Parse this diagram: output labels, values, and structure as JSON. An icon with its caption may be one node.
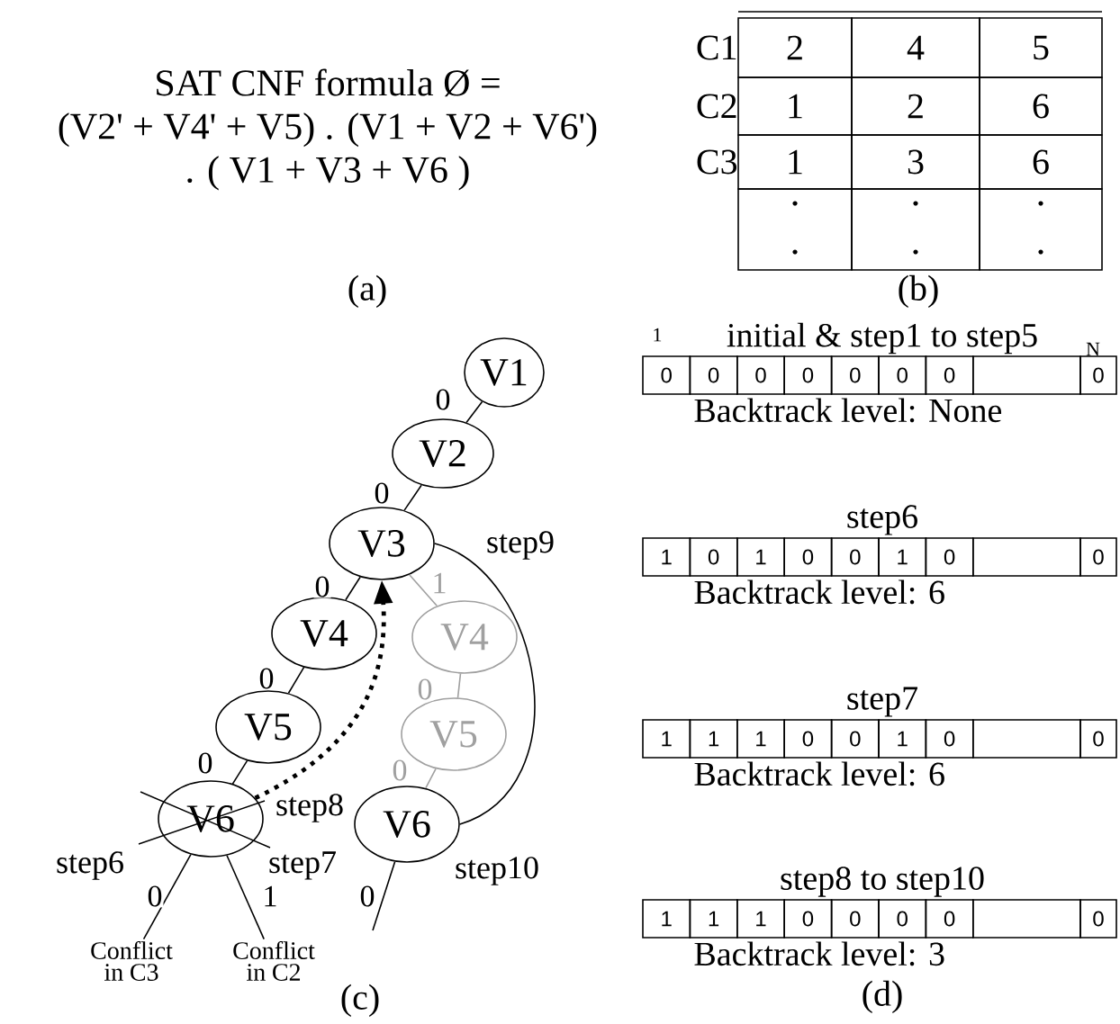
{
  "diagram": {
    "nodes": [
      {
        "text": [
          "V1"
        ]
      },
      {
        "text": [
          "V2"
        ]
      },
      {
        "text": [
          "V3"
        ]
      },
      {
        "text": [
          "V4"
        ]
      },
      {
        "text": [
          "V5"
        ]
      },
      {
        "text": [
          "V6"
        ],
        "beside": [
          "step6",
          "step7"
        ]
      },
      {
        "text": [
          "V4"
        ]
      },
      {
        "text": [
          "V5"
        ]
      },
      {
        "text": [
          "V6"
        ],
        "beside": [
          "step10"
        ]
      },
      {
        "text": [
          "Conflict in C3"
        ]
      },
      {
        "text": [
          "Conflict in C2"
        ]
      }
    ],
    "edges": [
      {
        "from": 0,
        "to": 1,
        "arrow": "none",
        "label": "0"
      },
      {
        "from": 1,
        "to": 2,
        "arrow": "none",
        "label": "0"
      },
      {
        "from": 2,
        "to": 3,
        "arrow": "none",
        "label": "0"
      },
      {
        "from": 3,
        "to": 4,
        "arrow": "none",
        "label": "0"
      },
      {
        "from": 4,
        "to": 5,
        "arrow": "none",
        "label": "0"
      },
      {
        "from": 5,
        "to": 9,
        "arrow": "none",
        "label": "0"
      },
      {
        "from": 5,
        "to": 10,
        "arrow": "none",
        "label": "1"
      },
      {
        "from": 2,
        "to": 6,
        "arrow": "none",
        "label": "1",
        "color": "#a0a0a0"
      },
      {
        "from": 6,
        "to": 7,
        "arrow": "none",
        "label": "0",
        "color": "#a0a0a0"
      },
      {
        "from": 7,
        "to": 8,
        "arrow": "none",
        "label": "0",
        "color": "#a0a0a0"
      },
      {
        "from": 8,
        "to": null,
        "arrow": "none",
        "label": "0"
      },
      {
        "from": 2,
        "to": 8,
        "arrow": "none",
        "label": "step9"
      },
      {
        "from": 5,
        "to": 2,
        "arrow": "to",
        "label": "step8",
        "style": "dashed"
      }
    ],
    "labels": [
      "SAT CNF formula Ø = (V2' + V4' + V5) . (V1 + V2 + V6') . ( V1 + V3 + V6 )",
      "C1",
      "2",
      "4",
      "5",
      "C2",
      "1",
      "2",
      "6",
      "C3",
      "1",
      "3",
      "6",
      "(a)",
      "(b)",
      "1",
      "initial & step1 to step5",
      "N",
      "0",
      "0",
      "0",
      "0",
      "0",
      "0",
      "0",
      "0",
      "Backtrack level: None",
      "step6",
      "1",
      "0",
      "1",
      "0",
      "0",
      "1",
      "0",
      "0",
      "Backtrack level: 6",
      "step7",
      "1",
      "1",
      "1",
      "0",
      "0",
      "1",
      "0",
      "0",
      "Backtrack level: 6",
      "step8 to step10",
      "1",
      "1",
      "1",
      "0",
      "0",
      "0",
      "0",
      "0",
      "Backtrack level: 3",
      "(c)",
      "(d)"
    ]
  }
}
